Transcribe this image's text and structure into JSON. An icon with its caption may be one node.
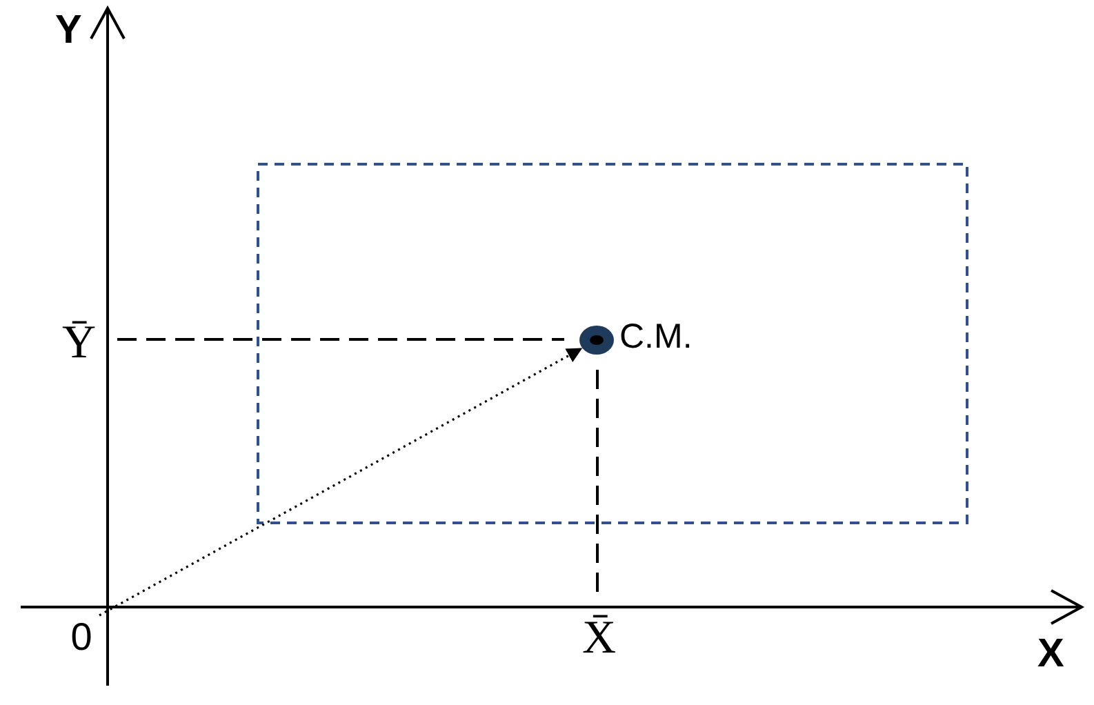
{
  "diagram": {
    "nodes": [
      {
        "text": [],
        "shape": "box"
      },
      {
        "text": [
          "0"
        ]
      },
      {
        "text": [],
        "shape": "circle",
        "in": 0,
        "beside": [
          "C.M."
        ]
      }
    ],
    "edges": [
      {
        "from": 1,
        "to": 2,
        "arrow": "to"
      }
    ],
    "labels": [
      "Y",
      "Ȳ",
      "X̄",
      "X"
    ]
  }
}
